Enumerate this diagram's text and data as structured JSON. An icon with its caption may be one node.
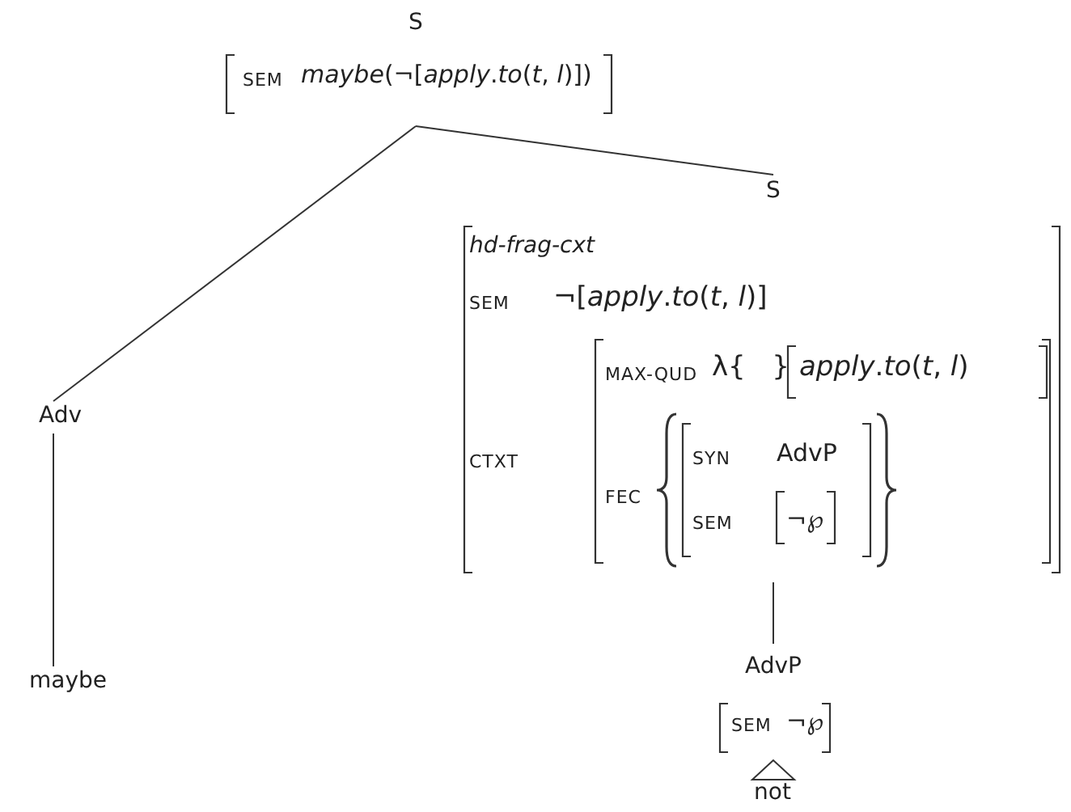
{
  "diagram": {
    "nodes": [
      {
        "text": [
          "S",
          "SEM",
          "*maybe*(¬[*apply*.*to*(*t*, *l*)])"
        ]
      },
      {
        "text": [
          "Adv"
        ]
      },
      {
        "text": [
          "maybe"
        ]
      },
      {
        "text": [
          "S",
          "hd-frag-cxt",
          "SEM",
          "¬[*apply*.*to*(*t*, *l*)]",
          "CTXT",
          "MAX-QUD",
          "λ{   }",
          "*apply*.*to*(*t*, *l*)",
          "FEC",
          "SYN",
          "AdvP",
          "SEM",
          "¬℘"
        ]
      },
      {
        "text": [
          "AdvP",
          "SEM",
          "¬℘"
        ]
      },
      {
        "text": [
          "not"
        ]
      }
    ],
    "edges": [
      {
        "from": 0,
        "to": 1,
        "arrow": "none"
      },
      {
        "from": 0,
        "to": 3,
        "arrow": "none"
      },
      {
        "from": 1,
        "to": 2,
        "arrow": "none"
      },
      {
        "from": 3,
        "to": 4,
        "arrow": "none"
      },
      {
        "from": 4,
        "to": 5,
        "arrow": "none"
      }
    ]
  }
}
